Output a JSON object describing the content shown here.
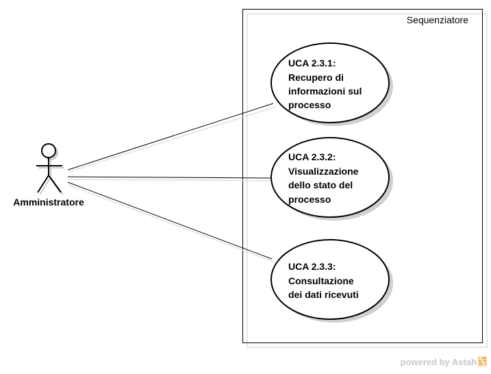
{
  "system": {
    "name": "Sequenziatore"
  },
  "actor": {
    "name": "Amministratore",
    "icon": "stick-figure-icon"
  },
  "use_cases": [
    {
      "lines": [
        "UCA 2.3.1:",
        "Recupero di",
        "informazioni sul",
        "processo"
      ]
    },
    {
      "lines": [
        "UCA 2.3.2:",
        "Visualizzazione",
        "dello stato del",
        "processo"
      ]
    },
    {
      "lines": [
        "UCA 2.3.3:",
        "Consultazione",
        "dei dati ricevuti"
      ]
    }
  ],
  "associations": [
    {
      "from": "Amministratore",
      "to": 0
    },
    {
      "from": "Amministratore",
      "to": 1
    },
    {
      "from": "Amministratore",
      "to": 2
    }
  ],
  "watermark": {
    "text": "powered by Astah",
    "icon": "astah-logo-icon",
    "color": "#c8c8c8"
  },
  "colors": {
    "stroke": "#000000",
    "shadow": "#cccccc",
    "fill": "#ffffff"
  }
}
